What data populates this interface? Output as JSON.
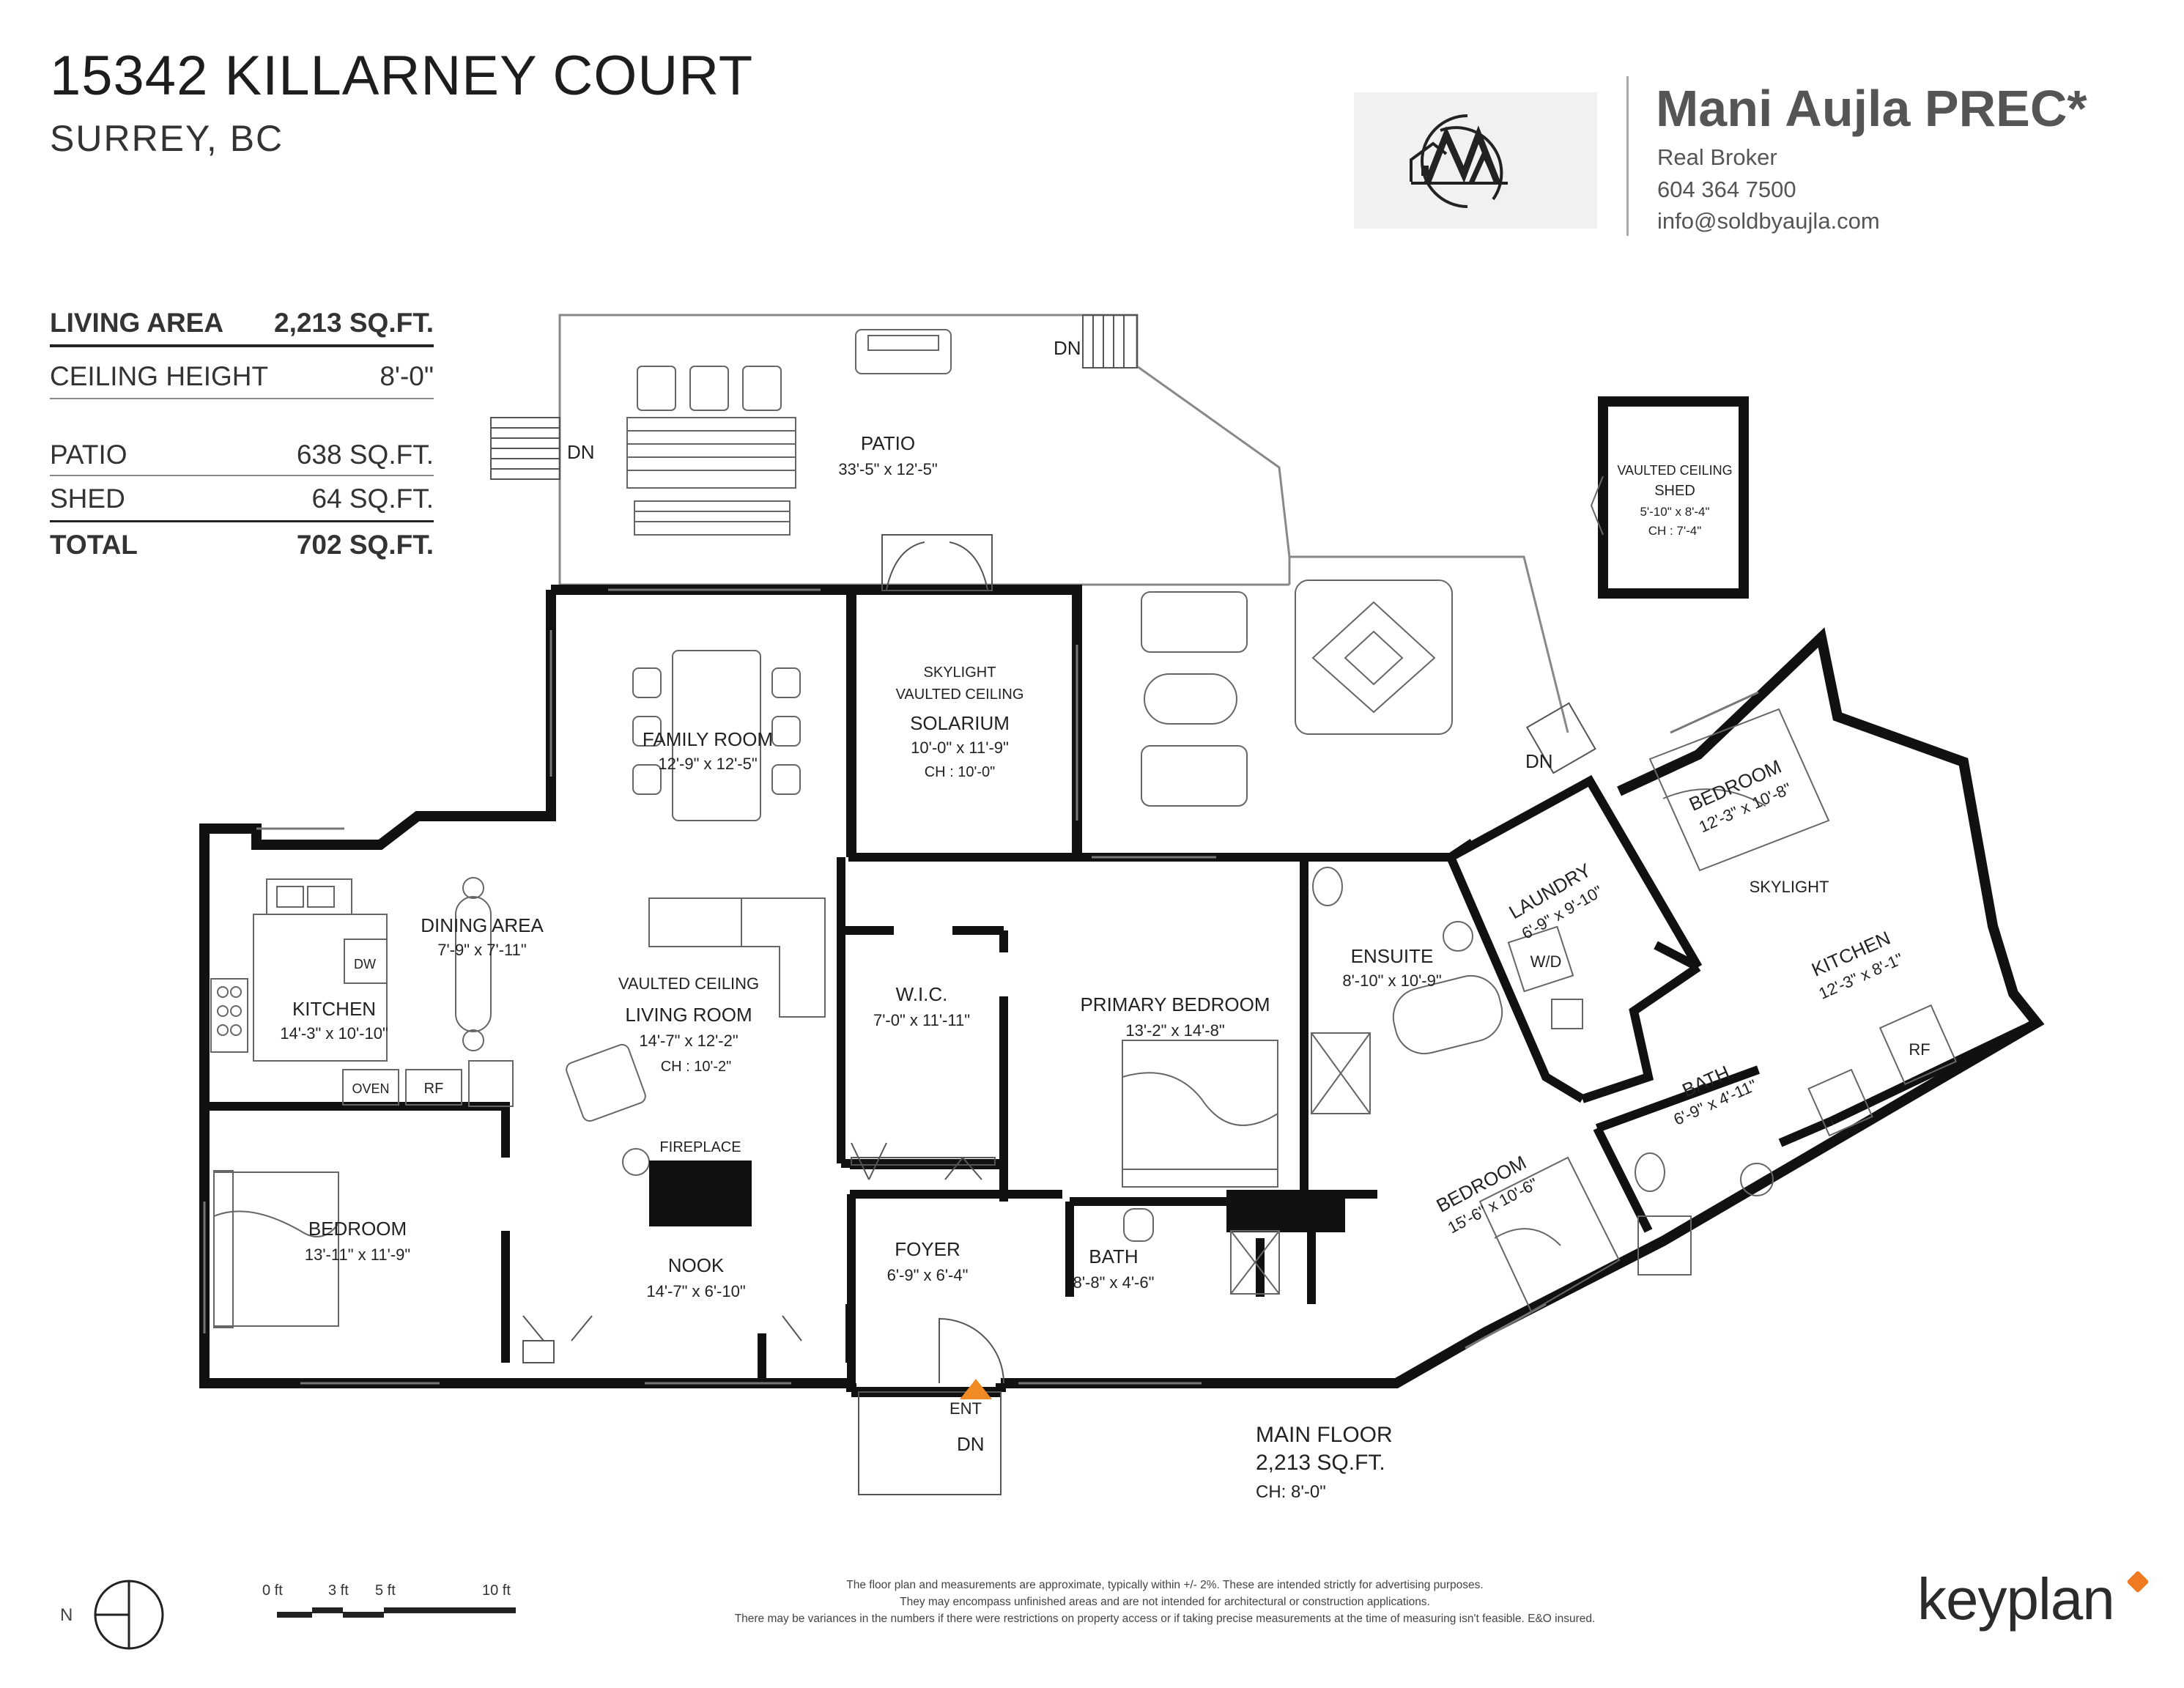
{
  "header": {
    "address": "15342 KILLARNEY COURT",
    "city": "SURREY, BC"
  },
  "agent": {
    "name": "Mani Aujla PREC*",
    "brokerage": "Real Broker",
    "phone": "604 364 7500",
    "email": "info@soldbyaujla.com",
    "logo_letters": "MA"
  },
  "stats": {
    "living_area_label": "LIVING AREA",
    "living_area_value": "2,213 SQ.FT.",
    "ceiling_label": "CEILING HEIGHT",
    "ceiling_value": "8'-0\"",
    "patio_label": "PATIO",
    "patio_value": "638 SQ.FT.",
    "shed_label": "SHED",
    "shed_value": "64 SQ.FT.",
    "total_label": "TOTAL",
    "total_value": "702 SQ.FT."
  },
  "rooms": {
    "patio": {
      "name": "PATIO",
      "dims": "33'-5\" x 12'-5\""
    },
    "shed": {
      "note": "VAULTED CEILING",
      "name": "SHED",
      "dims": "5'-10\" x 8'-4\"",
      "ch": "CH : 7'-4\""
    },
    "family_room": {
      "name": "FAMILY ROOM",
      "dims": "12'-9\" x 12'-5\""
    },
    "solarium": {
      "note1": "SKYLIGHT",
      "note2": "VAULTED CEILING",
      "name": "SOLARIUM",
      "dims": "10'-0\" x 11'-9\"",
      "ch": "CH : 10'-0\""
    },
    "dining": {
      "name": "DINING AREA",
      "dims": "7'-9\" x 7'-11\""
    },
    "kitchen": {
      "name": "KITCHEN",
      "dims": "14'-3\" x 10'-10\""
    },
    "living": {
      "note": "VAULTED CEILING",
      "name": "LIVING ROOM",
      "dims": "14'-7\" x 12'-2\"",
      "ch": "CH : 10'-2\""
    },
    "wic": {
      "name": "W.I.C.",
      "dims": "7'-0\" x 11'-11\""
    },
    "primary": {
      "name": "PRIMARY BEDROOM",
      "dims": "13'-2\" x 14'-8\""
    },
    "ensuite": {
      "name": "ENSUITE",
      "dims": "8'-10\" x 10'-9\""
    },
    "laundry": {
      "name": "LAUNDRY",
      "dims": "6'-9\" x 9'-10\""
    },
    "bedroom_ne": {
      "name": "BEDROOM",
      "dims": "12'-3\" x 10'-8\""
    },
    "skylight": "SKYLIGHT",
    "kitchen2": {
      "name": "KITCHEN",
      "dims": "12'-3\" x 8'-1\""
    },
    "bath_e": {
      "name": "BATH",
      "dims": "6'-9\" x 4'-11\""
    },
    "bedroom_se": {
      "name": "BEDROOM",
      "dims": "15'-6\" x 10'-6\""
    },
    "bedroom_w": {
      "name": "BEDROOM",
      "dims": "13'-11\" x 11'-9\""
    },
    "fireplace": "FIREPLACE",
    "nook": {
      "name": "NOOK",
      "dims": "14'-7\" x 6'-10\""
    },
    "foyer": {
      "name": "FOYER",
      "dims": "6'-9\" x 6'-4\""
    },
    "bath_c": {
      "name": "BATH",
      "dims": "8'-8\" x 4'-6\""
    }
  },
  "fixtures": {
    "dw": "DW",
    "oven": "OVEN",
    "rf": "RF",
    "wd": "W/D",
    "rf2": "RF",
    "dn": "DN",
    "ent": "ENT"
  },
  "floor": {
    "name": "MAIN FLOOR",
    "area": "2,213 SQ.FT.",
    "ch": "CH: 8'-0\""
  },
  "scale": {
    "labels": [
      "0 ft",
      "3 ft",
      "5 ft",
      "10 ft"
    ]
  },
  "north": "N",
  "disclaimer": [
    "The floor plan and measurements are approximate, typically within +/- 2%. These are intended strictly for advertising purposes.",
    "They may encompass unfinished areas and are not intended for architectural or construction applications.",
    "There may be variances in the numbers if there were restrictions on property access or if taking precise measurements at the time of measuring isn't feasible. E&O insured."
  ],
  "brand": "keyplan",
  "colors": {
    "wall": "#111111",
    "thin": "#777777",
    "entry_marker": "#f08a24",
    "brand_accent": "#f07a22"
  }
}
